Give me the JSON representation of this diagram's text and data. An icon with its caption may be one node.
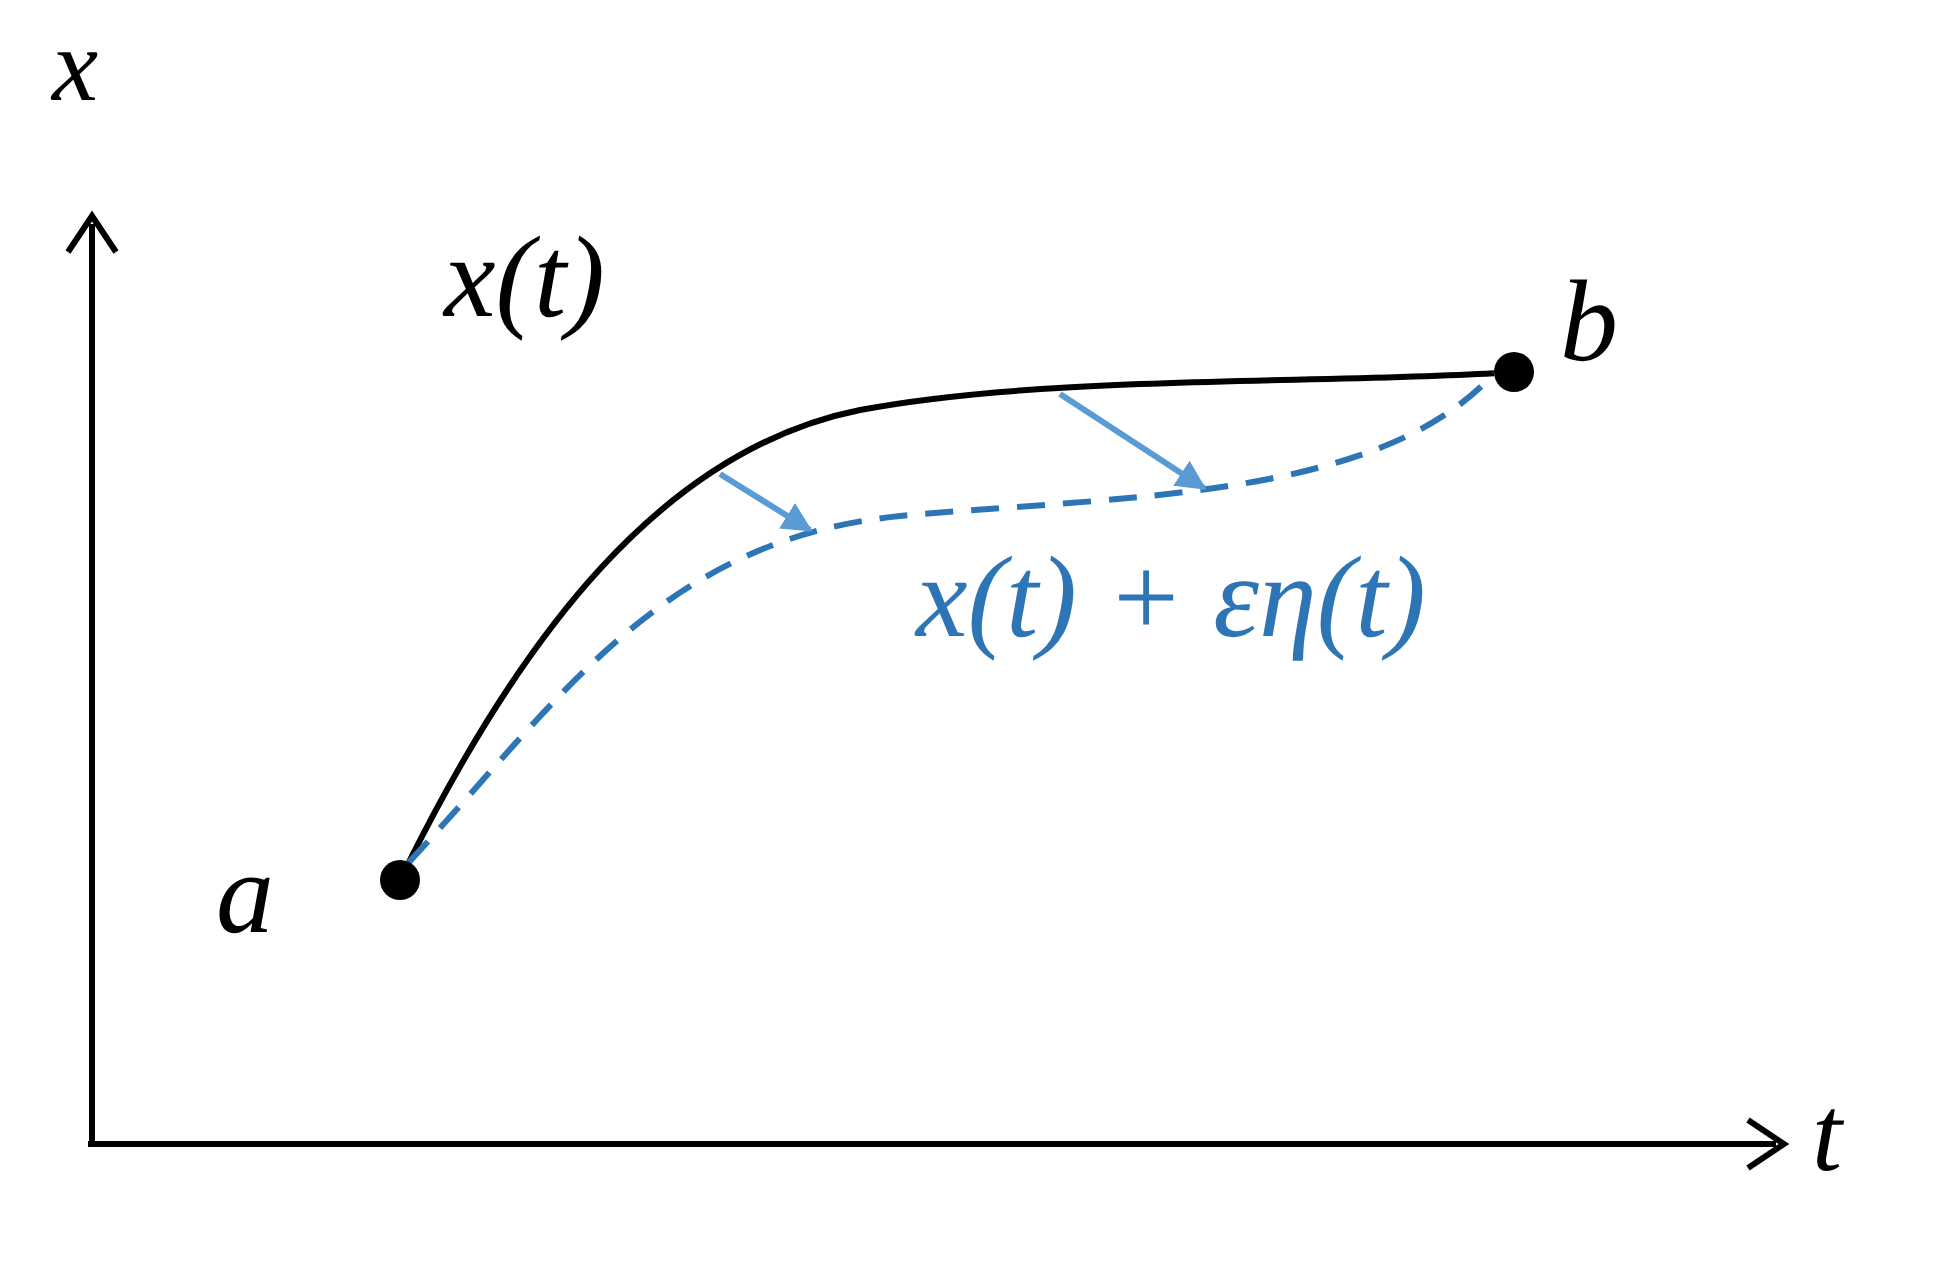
{
  "diagram": {
    "nodes": [
      {
        "text": [],
        "shape": "circle",
        "beside": [
          "a"
        ]
      },
      {
        "text": [],
        "shape": "circle",
        "beside": [
          "b"
        ]
      }
    ],
    "edges": [
      {
        "from": 0,
        "to": 1,
        "arrow": "none"
      },
      {
        "from": 0,
        "to": 1,
        "arrow": "none",
        "style": "dashed",
        "color": "#2e75b6"
      }
    ],
    "labels": [
      "x",
      "x(t)",
      "x(t) + εη(t)",
      "t"
    ]
  }
}
